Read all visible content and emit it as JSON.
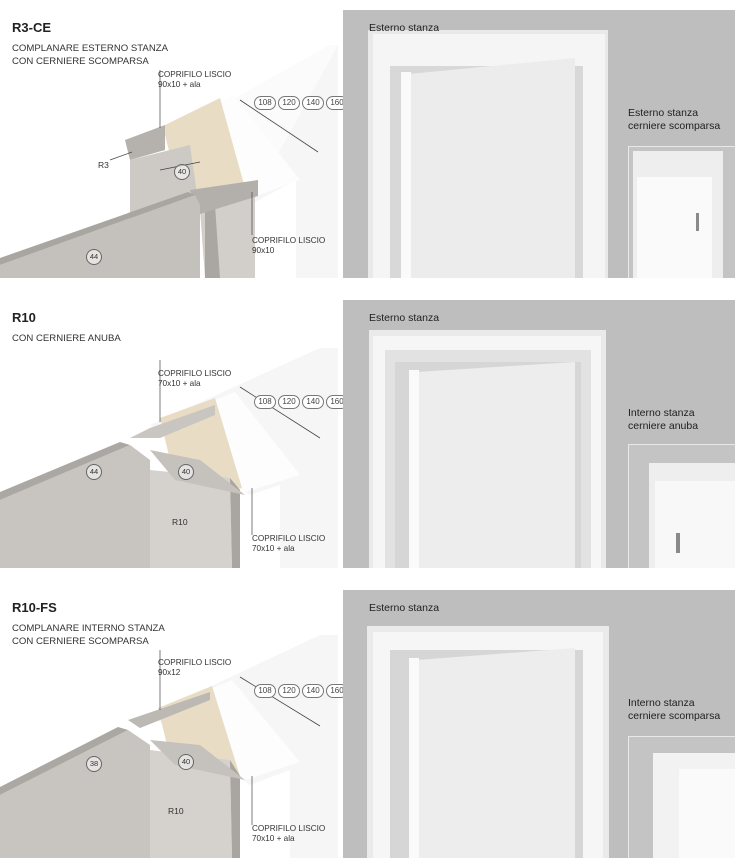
{
  "sections": [
    {
      "code": "R3-CE",
      "desc_lines": [
        "COMPLANARE ESTERNO STANZA",
        "CON CERNIERE SCOMPARSA"
      ],
      "top_cover": [
        "COPRIFILO LISCIO",
        "90x10 + ala"
      ],
      "bottom_cover": [
        "COPRIFILO LISCIO",
        "90x10"
      ],
      "wall_sizes": [
        "108",
        "120",
        "140",
        "160"
      ],
      "dim_frame": "40",
      "dim_thickness": "44",
      "radius_label": "R3",
      "photo_label": "Esterno stanza",
      "inset_lines": [
        "Esterno stanza",
        "cerniere scomparsa"
      ]
    },
    {
      "code": "R10",
      "desc_lines": [
        "CON CERNIERE ANUBA"
      ],
      "top_cover": [
        "COPRIFILO LISCIO",
        "70x10 + ala"
      ],
      "bottom_cover": [
        "COPRIFILO LISCIO",
        "70x10 + ala"
      ],
      "wall_sizes": [
        "108",
        "120",
        "140",
        "160"
      ],
      "dim_frame": "40",
      "dim_thickness": "44",
      "radius_label": "R10",
      "photo_label": "Esterno stanza",
      "inset_lines": [
        "Interno stanza",
        "cerniere anuba"
      ]
    },
    {
      "code": "R10-FS",
      "desc_lines": [
        "COMPLANARE INTERNO STANZA",
        "CON CERNIERE SCOMPARSA"
      ],
      "top_cover": [
        "COPRIFILO LISCIO",
        "90x12"
      ],
      "bottom_cover": [
        "COPRIFILO LISCIO",
        "70x10 + ala"
      ],
      "wall_sizes": [
        "108",
        "120",
        "140",
        "160"
      ],
      "dim_frame": "40",
      "dim_thickness": "38",
      "radius_label": "R10",
      "photo_label": "Esterno stanza",
      "inset_lines": [
        "Interno stanza",
        "cerniere scomparsa"
      ]
    }
  ],
  "colors": {
    "frame_grey": "#bfbbb6",
    "wall_white": "#f4f4f4",
    "insulation": "#e8dcc4",
    "photo_bg": "#bebebe"
  }
}
